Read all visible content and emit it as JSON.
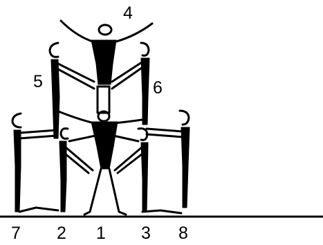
{
  "figure_labels": {
    "f4": "4",
    "f5": "5",
    "f6": "6",
    "f7": "7",
    "f2": "2",
    "f1": "1",
    "f3": "3",
    "f8": "8"
  },
  "colors": {
    "ink": "#000000",
    "background": "#ffffff"
  }
}
